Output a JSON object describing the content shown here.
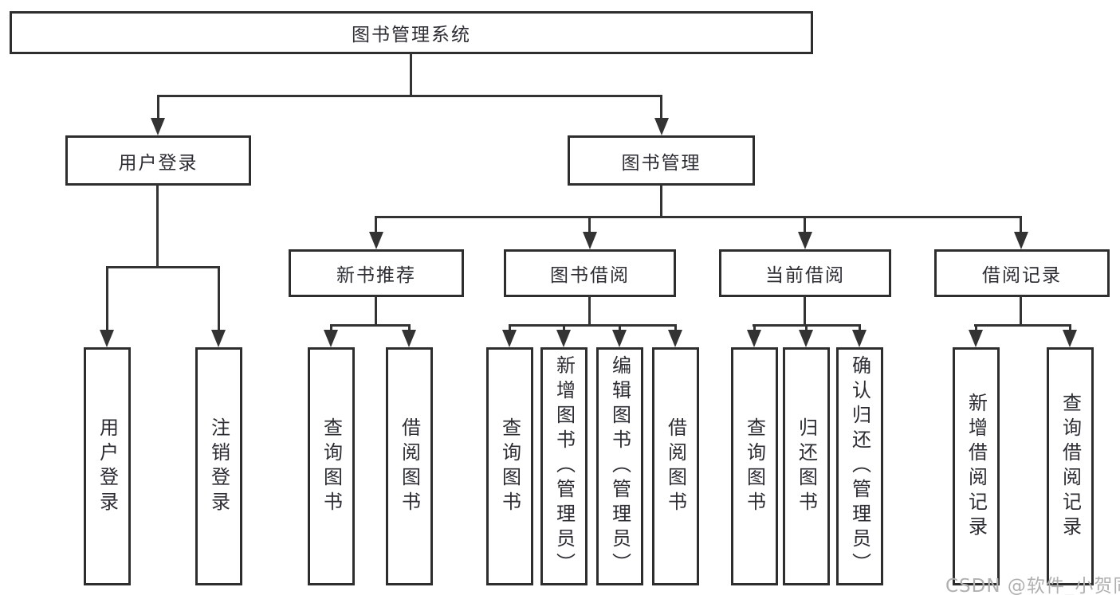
{
  "colors": {
    "line": "#333333",
    "text": "#2b2d33",
    "watermark": "#b0b0b0",
    "background": "#ffffff"
  },
  "watermark": {
    "text": "CSDN @软件_小贺同学"
  },
  "tree": {
    "label": "图书管理系统",
    "children": [
      {
        "label": "用户登录",
        "children": [
          {
            "label": "用户登录"
          },
          {
            "label": "注销登录"
          }
        ]
      },
      {
        "label": "图书管理",
        "children": [
          {
            "label": "新书推荐",
            "children": [
              {
                "label": "查询图书"
              },
              {
                "label": "借阅图书"
              }
            ]
          },
          {
            "label": "图书借阅",
            "children": [
              {
                "label": "查询图书"
              },
              {
                "label": "新增图书（管理员）"
              },
              {
                "label": "编辑图书（管理员）"
              },
              {
                "label": "借阅图书"
              }
            ]
          },
          {
            "label": "当前借阅",
            "children": [
              {
                "label": "查询图书"
              },
              {
                "label": "归还图书"
              },
              {
                "label": "确认归还（管理员）"
              }
            ]
          },
          {
            "label": "借阅记录",
            "children": [
              {
                "label": "新增借阅记录"
              },
              {
                "label": "查询借阅记录"
              }
            ]
          }
        ]
      }
    ]
  }
}
